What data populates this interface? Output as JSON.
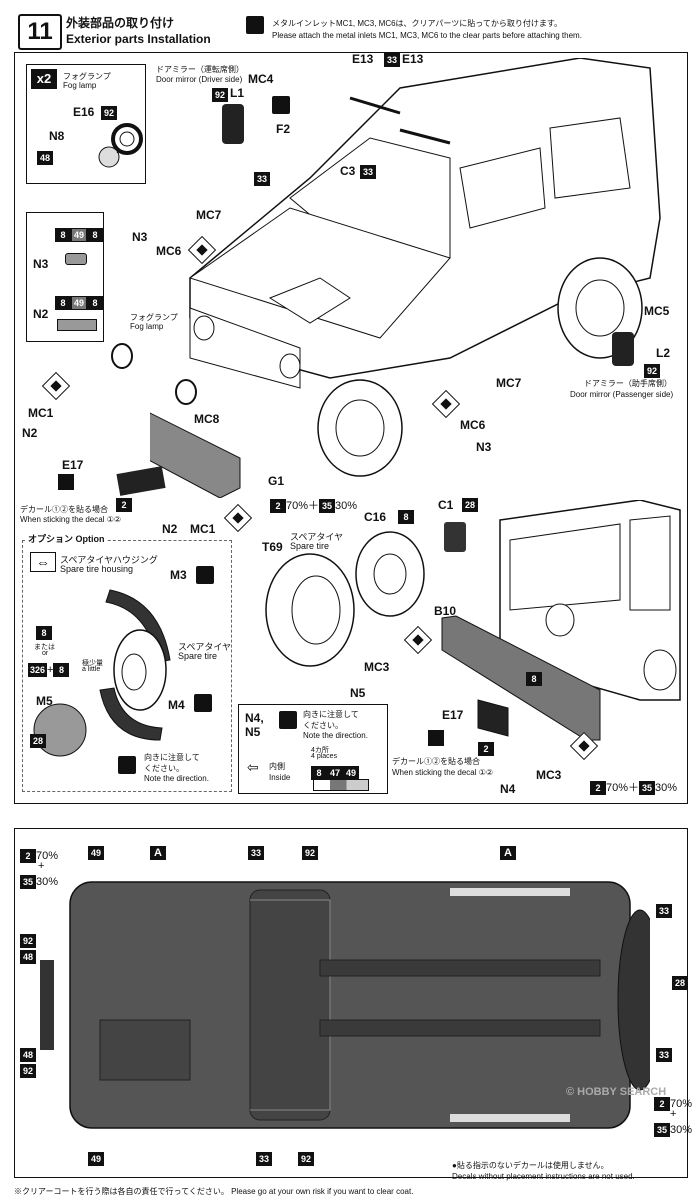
{
  "header": {
    "step_number": "11",
    "title_jp": "外装部品の取り付け",
    "title_en": "Exterior parts Installation",
    "note_jp": "メタルインレットMC1, MC3, MC6は、クリアパーツに貼ってから取り付けます。",
    "note_en": "Please attach the metal inlets MC1, MC3, MC6 to the clear parts before attaching them."
  },
  "fog_lamp_box": {
    "multiplier": "x2",
    "label_jp": "フォグランプ",
    "label_en": "Fog lamp",
    "parts": [
      "E16",
      "N8"
    ],
    "paint_codes": [
      "92",
      "48"
    ]
  },
  "n3_n2_box": {
    "n3_label": "N3",
    "n3_codes": [
      "8",
      "49",
      "8"
    ],
    "n2_label": "N2",
    "n2_codes": [
      "8",
      "49",
      "8"
    ]
  },
  "front": {
    "mirror_driver_jp": "ドアミラー（運転席側）",
    "mirror_driver_en": "Door mirror (Driver side)",
    "mirror_passenger_jp": "ドアミラー（助手席側）",
    "mirror_passenger_en": "Door mirror (Passenger side)",
    "fog_lamp_jp": "フォグランプ",
    "fog_lamp_en": "Fog lamp",
    "decal_jp": "デカール①②を貼る場合",
    "decal_en": "When sticking the decal ①②",
    "mix_ratio": "70%＋",
    "mix_ratio_b": "30%",
    "mix_code_a": "2",
    "mix_code_b": "35",
    "labels": {
      "mc4": "MC4",
      "l1": "L1",
      "f2": "F2",
      "e13a": "E13",
      "e13b": "E13",
      "c3": "C3",
      "mc7a": "MC7",
      "mc7b": "MC7",
      "n3a": "N3",
      "mc6a": "MC6",
      "mc6b": "MC6",
      "n3b": "N3",
      "mc5": "MC5",
      "l2": "L2",
      "mc1a": "MC1",
      "mc1b": "MC1",
      "n2a": "N2",
      "n2b": "N2",
      "e17": "E17",
      "mc8": "MC8",
      "g1": "G1"
    },
    "codes": {
      "c33a": "33",
      "c33b": "33",
      "c33c": "33",
      "c92a": "92",
      "c92b": "92",
      "c2": "2"
    }
  },
  "option": {
    "title_jp": "オプション",
    "title_en": "Option",
    "housing_jp": "スペアタイヤハウジング",
    "housing_en": "Spare tire housing",
    "spare_jp": "スペアタイヤ",
    "spare_en": "Spare tire",
    "or_jp": "または",
    "or_en": "or",
    "little_jp": "極少量",
    "little_en": "a little",
    "dir_jp": "向きに注意して\nください。",
    "dir_en": "Note the direction.",
    "parts": {
      "m3": "M3",
      "m4": "M4",
      "m5": "M5"
    },
    "codes": {
      "c8": "8",
      "c326": "326",
      "c8b": "8",
      "c28": "28"
    }
  },
  "rear": {
    "t69": "T69",
    "spare_jp": "スペアタイヤ",
    "spare_en": "Spare tire",
    "c16": "C16",
    "c1": "C1",
    "b10": "B10",
    "mc3a": "MC3",
    "mc3b": "MC3",
    "n5": "N5",
    "e17": "E17",
    "n4": "N4",
    "decal_jp": "デカール①②を貼る場合",
    "decal_en": "When sticking the decal ①②",
    "codes": {
      "c8": "8",
      "c28": "28",
      "c8b": "8",
      "c2": "2"
    },
    "mix_ratio": "70%＋",
    "mix_ratio_b": "30%",
    "mix_code_a": "2",
    "mix_code_b": "35"
  },
  "n4n5_box": {
    "title": "N4,\nN5",
    "dir_jp": "向きに注意して\nください。",
    "dir_en": "Note the direction.",
    "inside_jp": "内側",
    "inside_en": "Inside",
    "places_jp": "4カ所",
    "places_en": "4 places",
    "codes": [
      "8",
      "47",
      "49"
    ]
  },
  "top_view": {
    "codes_top_left": [
      "2",
      "35",
      "49"
    ],
    "mix_top_a": "70%",
    "mix_top_plus": "+",
    "mix_top_b": "30%",
    "letters": [
      "A",
      "A"
    ],
    "c33_top": "33",
    "c92_top": "92",
    "side_left": [
      "92",
      "48",
      "48",
      "92"
    ],
    "side_right": [
      "33",
      "28",
      "33"
    ],
    "bottom": [
      "49",
      "33",
      "92"
    ],
    "mix_br_a": "70%",
    "mix_br_plus": "+",
    "mix_br_b": "30%",
    "mix_br_code_a": "2",
    "mix_br_code_b": "35"
  },
  "footer": {
    "note1_jp": "●貼る指示のないデカールは使用しません。",
    "note1_en": "Decals without placement instructions are not used.",
    "note2": "※クリアーコートを行う際は各自の責任で行ってください。 Please go at your own risk if you want to clear coat."
  },
  "watermark": "© HOBBY SEARCH",
  "colors": {
    "ink": "#111111",
    "panel": "#555555",
    "tire": "#333333"
  }
}
